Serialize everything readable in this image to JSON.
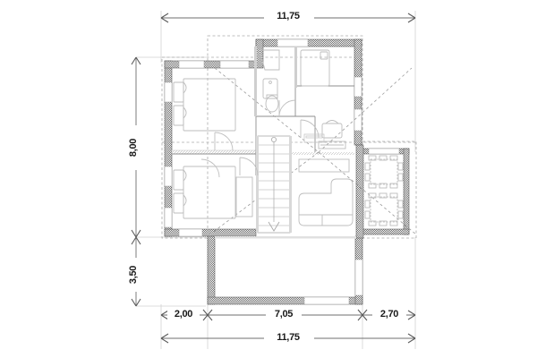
{
  "plan": {
    "title": "floor-plan",
    "colors": {
      "background": "#ffffff",
      "wall_fill": "#8a8a8a",
      "wall_outline": "#555555",
      "furniture_line": "#b9b9b9",
      "dim_line": "#6f6f6f",
      "dim_text": "#1a1a1a",
      "extension_line": "#cfcfcf",
      "dashed_outline": "#a8a8a8",
      "thin_wall": "#cccccc"
    }
  },
  "dimensions": {
    "top": [
      {
        "label": "11,75",
        "name": "dim-top-total"
      }
    ],
    "left": [
      {
        "label": "8,00",
        "name": "dim-left-upper"
      },
      {
        "label": "3,50",
        "name": "dim-left-lower"
      }
    ],
    "bottom_segments": [
      {
        "label": "2,00",
        "name": "dim-bottom-left"
      },
      {
        "label": "7,05",
        "name": "dim-bottom-middle"
      },
      {
        "label": "2,70",
        "name": "dim-bottom-right"
      }
    ],
    "bottom_total": [
      {
        "label": "11,75",
        "name": "dim-bottom-total"
      }
    ]
  },
  "rooms": [
    {
      "name": "bedroom-upper-left",
      "furniture": [
        "double-bed",
        "pillows"
      ]
    },
    {
      "name": "bedroom-lower-left",
      "furniture": [
        "double-bed",
        "pillows"
      ]
    },
    {
      "name": "bathroom",
      "furniture": [
        "shower",
        "sink",
        "toilet"
      ]
    },
    {
      "name": "wc-room",
      "furniture": [
        "bathtub"
      ]
    },
    {
      "name": "kitchen",
      "furniture": [
        "cooktop",
        "counter"
      ]
    },
    {
      "name": "living-room",
      "furniture": [
        "l-shaped-sofa",
        "sideboard"
      ]
    },
    {
      "name": "hallway",
      "furniture": [
        "staircase"
      ]
    },
    {
      "name": "terrace",
      "furniture": [
        "dining-set-upper",
        "dining-set-lower"
      ]
    },
    {
      "name": "garage",
      "furniture": []
    }
  ]
}
